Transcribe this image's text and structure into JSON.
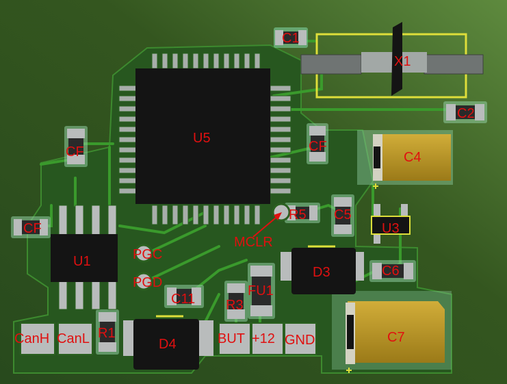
{
  "board": {
    "colors": {
      "substrate": "#2f4d22",
      "pour": "#26551f",
      "trace": "#2f7a24",
      "pad": "#b9bcbc",
      "ic_body": "#141414",
      "cap_gold": "#b99624",
      "silk_yellow": "#dede3a",
      "label_red": "#e01010"
    },
    "components": {
      "u5": "U5",
      "u1": "U1",
      "u3": "U3",
      "x1": "X1",
      "c1": "C1",
      "c2": "C2",
      "c4": "C4",
      "c5": "C5",
      "c6": "C6",
      "c7": "C7",
      "c11": "C11",
      "cf_left": "CF",
      "cf_mid": "CF",
      "cf_right": "CF",
      "d3": "D3",
      "d4": "D4",
      "r1": "R1",
      "r3": "R3",
      "r5": "R5",
      "fu1": "FU1"
    },
    "annotations": {
      "mclr": "MCLR",
      "pgc": "PGC",
      "pgd": "PGD"
    },
    "connector_pins": {
      "canh": "CanH",
      "canl": "CanL",
      "but": "BUT",
      "p12": "+12",
      "gnd": "GND"
    }
  }
}
